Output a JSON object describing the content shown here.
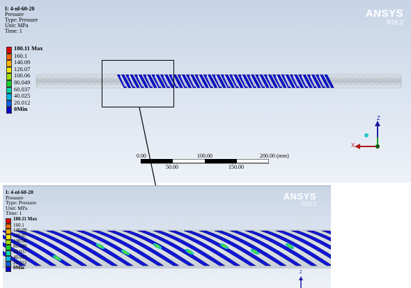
{
  "main_view": {
    "title": "I: 4-nl-60-20",
    "lines": [
      "Pressure",
      "Type: Pressure",
      "Unit: MPa",
      "Time: 1"
    ],
    "brand": "ANSYS",
    "version": "R16.2",
    "legend": [
      {
        "label": "180.11 Max",
        "color": "#e00000"
      },
      {
        "label": "160.1",
        "color": "#ff6a00"
      },
      {
        "label": "140.09",
        "color": "#ffb000"
      },
      {
        "label": "120.07",
        "color": "#f2e600"
      },
      {
        "label": "100.06",
        "color": "#9ee000"
      },
      {
        "label": "80.049",
        "color": "#14d22a"
      },
      {
        "label": "60.037",
        "color": "#00d6a8"
      },
      {
        "label": "40.025",
        "color": "#00b6e8"
      },
      {
        "label": "20.012",
        "color": "#0060f0"
      },
      {
        "label": "0Min",
        "color": "#0000c8"
      }
    ],
    "scale": {
      "top_labels": [
        "0.00",
        "100.00",
        "200.00 (mm)"
      ],
      "bottom_labels": [
        "50.00",
        "150.00"
      ]
    },
    "triad": {
      "z": "Z",
      "x": "X"
    }
  },
  "zoom_view": {
    "title": "I: 4-nl-60-20",
    "lines": [
      "Pressure",
      "Type: Pressure",
      "Unit: MPa",
      "Time: 1"
    ],
    "brand": "ANSYS",
    "version": "R16.2",
    "legend": [
      {
        "label": "180.11 Max",
        "color": "#e00000"
      },
      {
        "label": "160.1",
        "color": "#ff6a00"
      },
      {
        "label": "140.09",
        "color": "#ffb000"
      },
      {
        "label": "120.07",
        "color": "#f2e600"
      },
      {
        "label": "100.06",
        "color": "#9ee000"
      },
      {
        "label": "80.049",
        "color": "#14d22a"
      },
      {
        "label": "60.037",
        "color": "#00d6a8"
      },
      {
        "label": "40.025",
        "color": "#00b6e8"
      },
      {
        "label": "20.012",
        "color": "#0060f0"
      },
      {
        "label": "0Min",
        "color": "#0000c8"
      }
    ],
    "triad": {
      "z": "Z"
    }
  }
}
